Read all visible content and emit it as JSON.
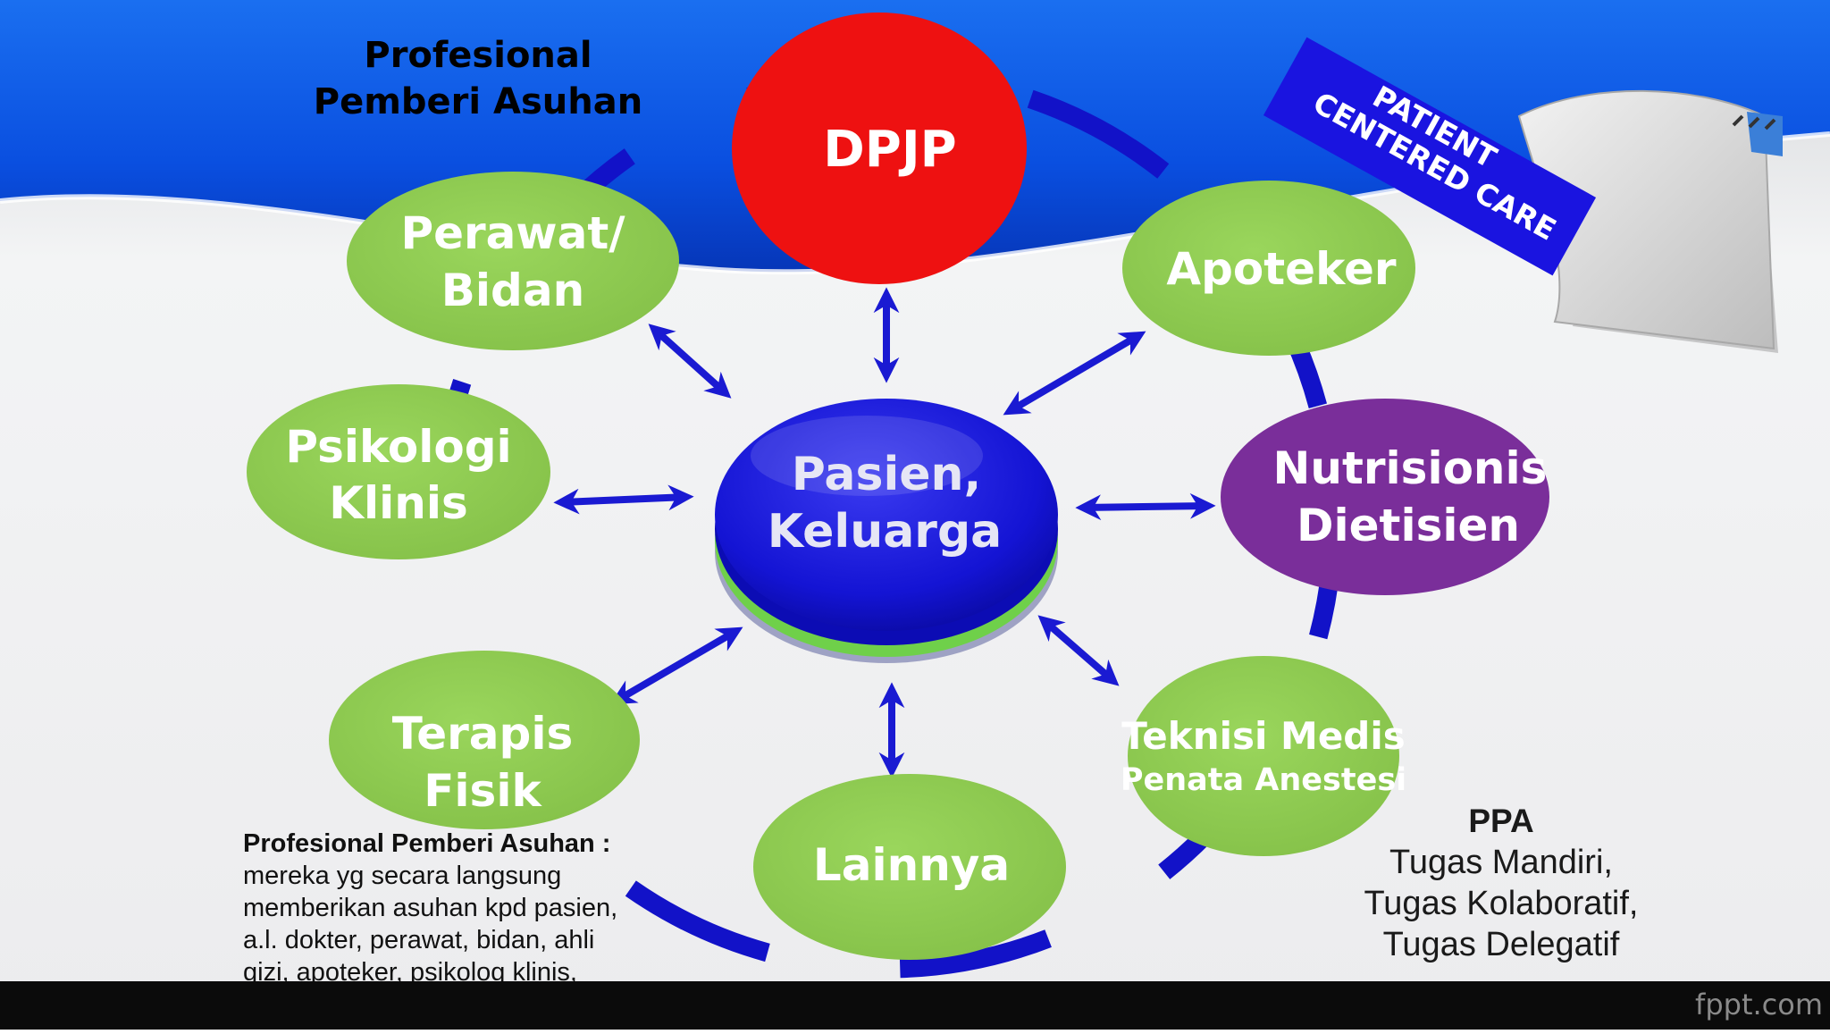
{
  "header": {
    "title_line1": "Profesional",
    "title_line2": "Pemberi Asuhan"
  },
  "banner": {
    "line1": "PATIENT",
    "line2": "CENTERED CARE"
  },
  "center_node": {
    "line1": "Pasien,",
    "line2": "Keluarga"
  },
  "nodes": {
    "dpjp": "DPJP",
    "perawat_line1": "Perawat/",
    "perawat_line2": "Bidan",
    "apoteker": "Apoteker",
    "psikologi_line1": "Psikologi",
    "psikologi_line2": "Klinis",
    "nutrisionis_line1": "Nutrisionis",
    "nutrisionis_line2": "Dietisien",
    "terapis_line1": "Terapis",
    "terapis_line2": "Fisik",
    "lainnya": "Lainnya",
    "teknisi_line1": "Teknisi Medis",
    "teknisi_line2": "Penata Anestesi"
  },
  "footnote": {
    "heading": "Profesional Pemberi Asuhan :",
    "line1": "mereka yg secara langsung",
    "line2": "memberikan asuhan kpd pasien,",
    "line3": "a.l. dokter, perawat, bidan, ahli",
    "line4": "gizi, apoteker, psikolog klinis,"
  },
  "ppa": {
    "heading": "PPA",
    "line1": "Tugas Mandiri,",
    "line2": "Tugas Kolaboratif,",
    "line3": "Tugas Delegatif"
  },
  "watermark": "fppt.com",
  "colors": {
    "sky_blue": "#0a4fe0",
    "ring_blue": "#1212c8",
    "arrow_blue": "#1a1ad2",
    "green_node": "#8fcb50",
    "red_node": "#ee1111",
    "purple_node": "#7a2e9a",
    "center_blue": "#1313d6",
    "banner_blue": "#1a14e0"
  }
}
